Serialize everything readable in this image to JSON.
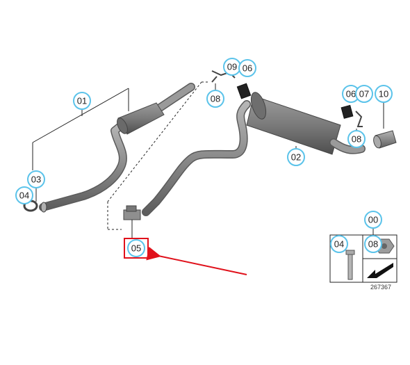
{
  "callouts": {
    "c01": "01",
    "c02": "02",
    "c03": "03",
    "c04_left": "04",
    "c05": "05",
    "c06_top": "06",
    "c06_right": "06",
    "c07": "07",
    "c08_left": "08",
    "c08_right": "08",
    "c09": "09",
    "c10": "10",
    "c00": "00",
    "c04_box": "04",
    "c08_box": "08"
  },
  "reference_number": "267367",
  "colors": {
    "callout_border": "#5bc3ea",
    "highlight_box": "#e0111b",
    "arrow": "#e0111b",
    "pipe": "#8a8a8a"
  }
}
